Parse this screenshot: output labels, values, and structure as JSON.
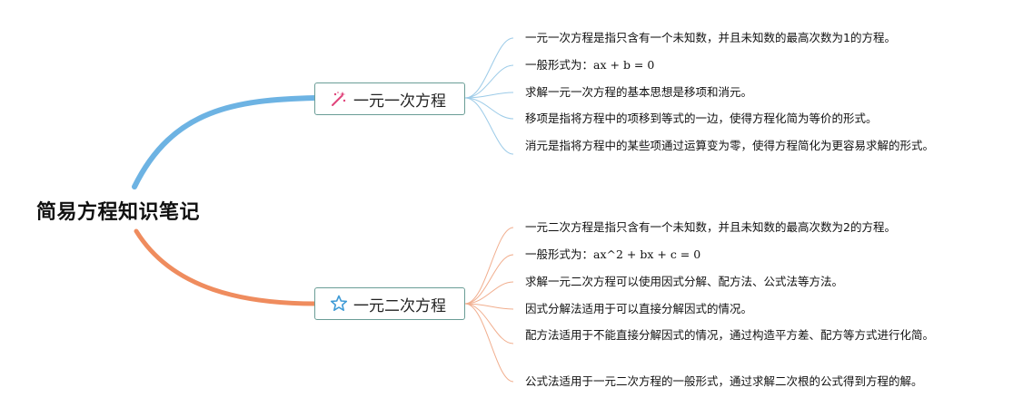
{
  "root": {
    "title": "简易方程知识笔记"
  },
  "branches": [
    {
      "title": "一元一次方程",
      "icon": "magic-wand-icon",
      "color": "#6db3e3",
      "leaves": [
        {
          "text": "一元一次方程是指只含有一个未知数，并且未知数的最高次数为1的方程。"
        },
        {
          "prefix": "一般形式为：",
          "eq": "ax + b = 0"
        },
        {
          "text": "求解一元一次方程的基本思想是移项和消元。"
        },
        {
          "text": "移项是指将方程中的项移到等式的一边，使得方程化简为等价的形式。"
        },
        {
          "text": "消元是指将方程中的某些项通过运算变为零，使得方程简化为更容易求解的形式。"
        }
      ]
    },
    {
      "title": "一元二次方程",
      "icon": "star-icon",
      "color": "#ef8c5e",
      "leaves": [
        {
          "text": "一元二次方程是指只含有一个未知数，并且未知数的最高次数为2的方程。"
        },
        {
          "prefix": "一般形式为：",
          "eq": "ax^2 + bx + c = 0"
        },
        {
          "text": "求解一元二次方程可以使用因式分解、配方法、公式法等方法。"
        },
        {
          "text": "因式分解法适用于可以直接分解因式的情况。"
        },
        {
          "text": "配方法适用于不能直接分解因式的情况，通过构造平方差、配方等方式进行化简。"
        },
        {
          "text": "公式法适用于一元二次方程的一般形式，通过求解二次根的公式得到方程的解。"
        }
      ]
    }
  ]
}
